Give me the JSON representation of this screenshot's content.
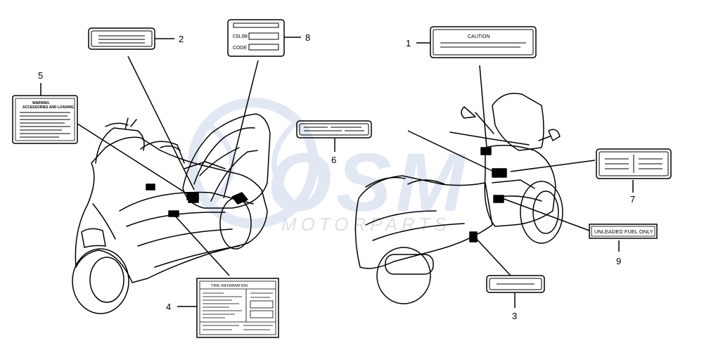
{
  "watermark": {
    "brand": "OSM",
    "subtitle": "MOTORPARTS",
    "color": "#c9d6ea"
  },
  "callouts": [
    {
      "number": "1"
    },
    {
      "number": "2"
    },
    {
      "number": "3"
    },
    {
      "number": "4"
    },
    {
      "number": "5"
    },
    {
      "number": "6"
    },
    {
      "number": "7"
    },
    {
      "number": "8"
    },
    {
      "number": "9"
    }
  ],
  "labels": {
    "caution": {
      "title": "CAUTION"
    },
    "warning": {
      "line1": "WARNING",
      "line2": "ACCESSORIES AND LOADING"
    },
    "tire": {
      "title": "TIRE INFORMATION"
    },
    "color_code": {
      "row1": "COLOR",
      "row2": "CODE"
    },
    "fuel": {
      "text": "UNLEADED FUEL ONLY"
    }
  },
  "colors": {
    "line": "#000000",
    "background": "#ffffff"
  }
}
